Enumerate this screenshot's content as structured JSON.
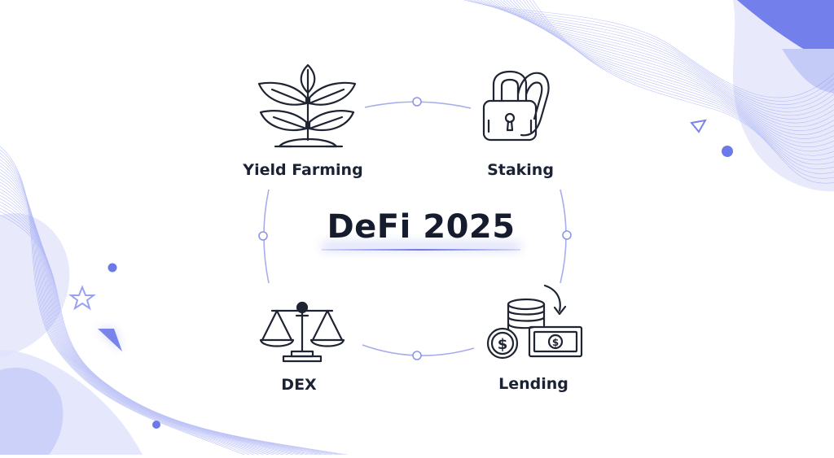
{
  "title": "DeFi 2025",
  "nodes": [
    {
      "id": "yield-farming",
      "label": "Yield Farming",
      "icon": "plant-sprout-icon"
    },
    {
      "id": "staking",
      "label": "Staking",
      "icon": "padlock-chain-icon"
    },
    {
      "id": "dex",
      "label": "DEX",
      "icon": "balance-scale-icon"
    },
    {
      "id": "lending",
      "label": "Lending",
      "icon": "coins-banknote-icon"
    }
  ],
  "colors": {
    "text": "#1b2233",
    "accent": "#6c79e8",
    "accent_light": "#dfe2fb",
    "line": "#a7acec",
    "icon_stroke": "#1f2433"
  }
}
